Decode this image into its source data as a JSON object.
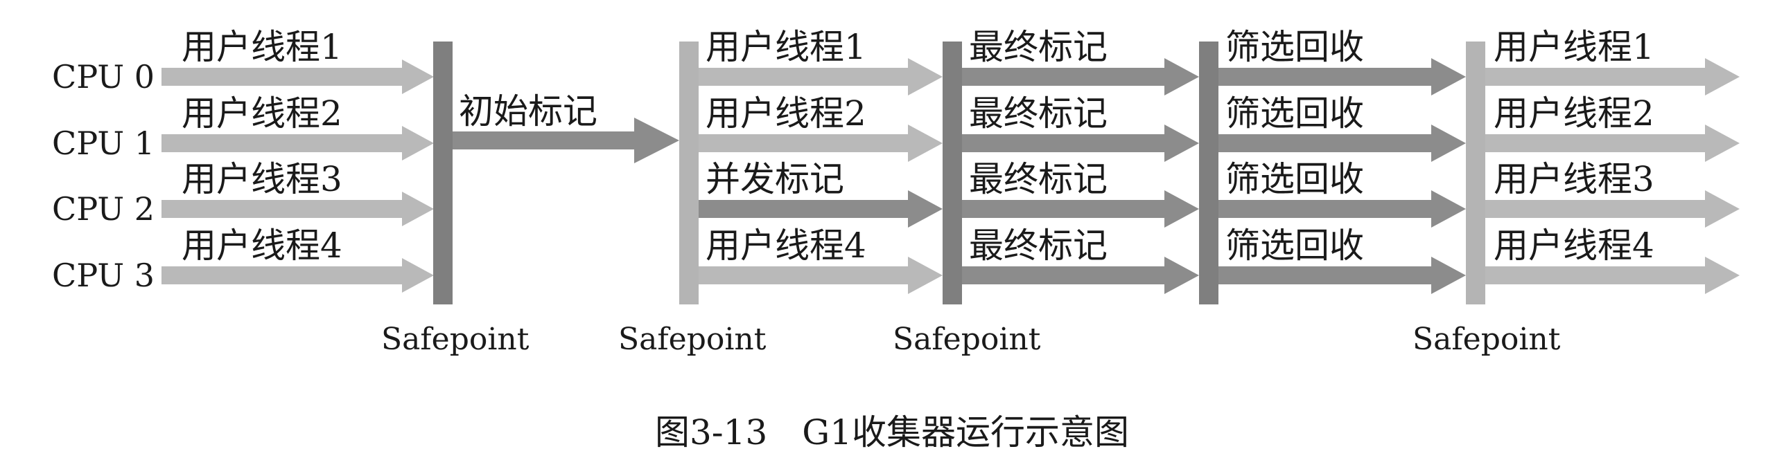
{
  "cpus": [
    "CPU 0",
    "CPU 1",
    "CPU 2",
    "CPU 3"
  ],
  "safepoint_label": "Safepoint",
  "phases": {
    "user_threads_start": [
      "用户线程1",
      "用户线程2",
      "用户线程3",
      "用户线程4"
    ],
    "initial_mark": "初始标记",
    "concurrent": [
      "用户线程1",
      "用户线程2",
      "并发标记",
      "用户线程4"
    ],
    "final_mark": [
      "最终标记",
      "最终标记",
      "最终标记",
      "最终标记"
    ],
    "evacuation": [
      "筛选回收",
      "筛选回收",
      "筛选回收",
      "筛选回收"
    ],
    "user_threads_end": [
      "用户线程1",
      "用户线程2",
      "用户线程3",
      "用户线程4"
    ]
  },
  "caption": "图3-13　G1收集器运行示意图",
  "colors": {
    "light": "#b9b9b9",
    "dark": "#8c8c8c",
    "safepoint_dark": "#7f7f7f",
    "safepoint_light": "#b4b4b4",
    "text": "#1a1a1a"
  }
}
